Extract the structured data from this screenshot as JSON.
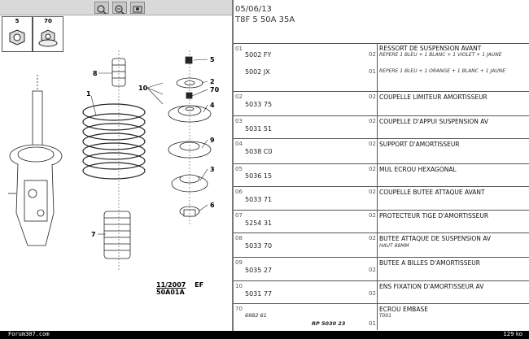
{
  "left_panel": {
    "thumbnails": [
      {
        "label": "5"
      },
      {
        "label": "70"
      }
    ],
    "callouts": [
      "1",
      "2",
      "3",
      "4",
      "5",
      "6",
      "7",
      "8",
      "9",
      "10",
      "70"
    ],
    "ref_date": "11/2007",
    "ref_code": "EF 50A01A"
  },
  "right_panel": {
    "date": "05/06/13",
    "model": "T8F 5 50A 35A",
    "rows": [
      {
        "pos": "01",
        "ref": "5002 FY",
        "qty": "02",
        "desc": "RESSORT DE SUSPENSION AVANT",
        "sub": "REPERE 1 BLEU + 1 BLANC + 1 VIOLET + 1 JAUNE"
      },
      {
        "pos": "",
        "ref": "5002 JX",
        "qty": "01",
        "desc": "",
        "sub": "REPERE 1 BLEU + 1 ORANGE + 1 BLANC + 1 JAUNE"
      },
      {
        "pos": "02",
        "ref": "5033 75",
        "qty": "02",
        "desc": "COUPELLE LIMITEUR AMORTISSEUR",
        "sub": ""
      },
      {
        "pos": "03",
        "ref": "5031 51",
        "qty": "02",
        "desc": "COUPELLE D'APPUI SUSPENSION AV",
        "sub": ""
      },
      {
        "pos": "04",
        "ref": "5038 C0",
        "qty": "02",
        "desc": "SUPPORT D'AMORTISSEUR",
        "sub": ""
      },
      {
        "pos": "05",
        "ref": "5036 15",
        "qty": "02",
        "desc": "MUL ECROU HEXAGONAL",
        "sub": ""
      },
      {
        "pos": "06",
        "ref": "5033 71",
        "qty": "02",
        "desc": "COUPELLE BUTEE ATTAQUE AVANT",
        "sub": ""
      },
      {
        "pos": "07",
        "ref": "5254 31",
        "qty": "02",
        "desc": "PROTECTEUR TIGE D'AMORTISSEUR",
        "sub": ""
      },
      {
        "pos": "08",
        "ref": "5033 70",
        "qty": "02",
        "desc": "BUTEE ATTAQUE DE SUSPENSION AV",
        "sub": "HAUT 88MM"
      },
      {
        "pos": "09",
        "ref": "5035 27",
        "qty": "02",
        "desc": "BUTEE A BILLES D'AMORTISSEUR",
        "sub": ""
      },
      {
        "pos": "10",
        "ref": "5031 77",
        "qty": "02",
        "desc": "ENS FIXATION D'AMORTISSEUR AV",
        "sub": ""
      },
      {
        "pos": "70",
        "ref": "6982 61",
        "qty": "01",
        "desc": "ECROU EMBASE",
        "sub": "T001",
        "extra": "RP 5030 23"
      }
    ]
  },
  "footer": {
    "site": "Forum307.com",
    "size": "129 ko"
  }
}
